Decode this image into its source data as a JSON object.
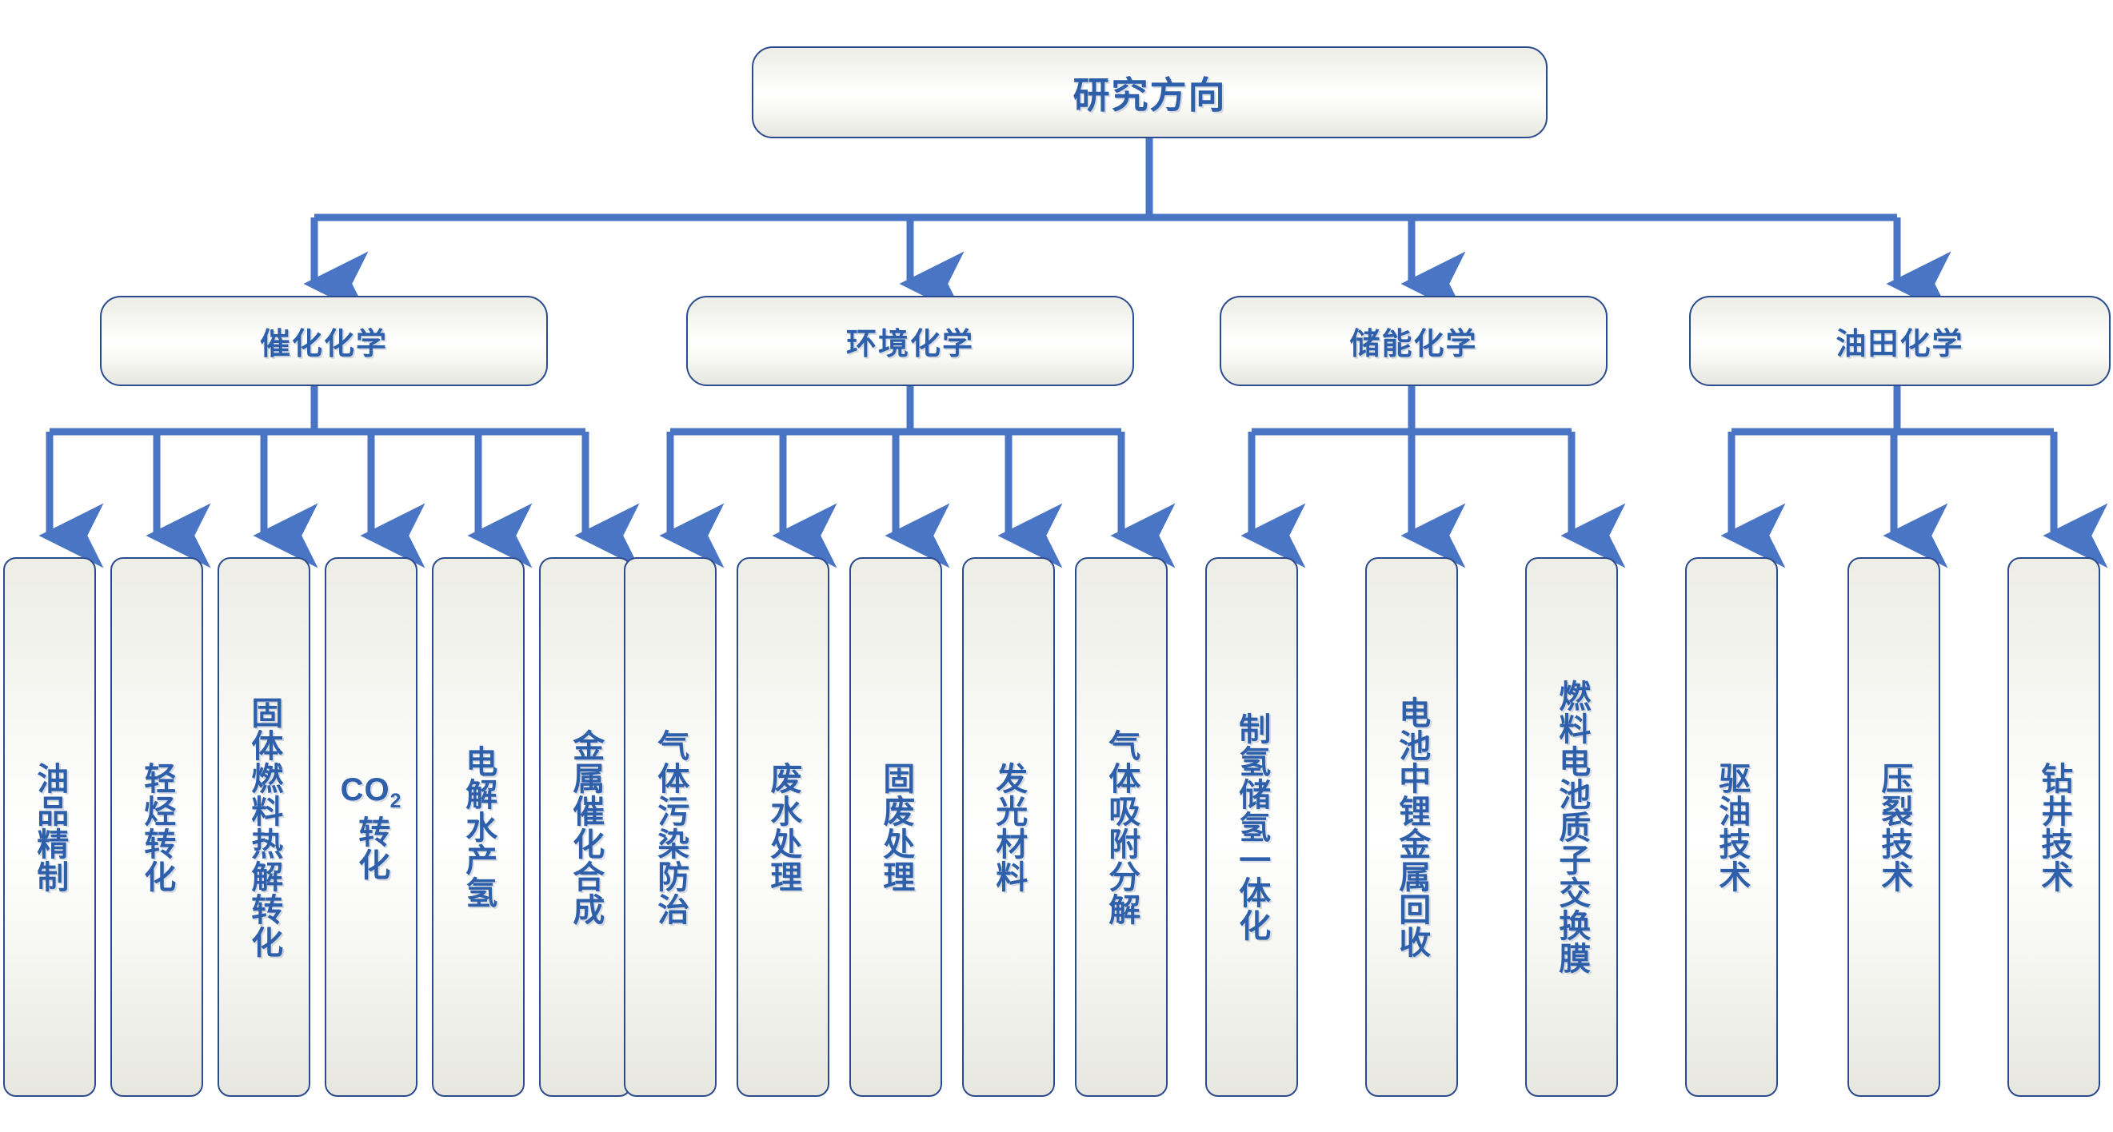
{
  "diagram": {
    "title": "研究方向",
    "type": "organization-tree",
    "colors": {
      "node_border": "#2a4b8d",
      "node_text": "#2e5faa",
      "connector": "#4a74c4",
      "node_fill_top": "#eeeee7",
      "node_fill_mid": "#ffffff",
      "node_fill_bottom": "#e7e7e0",
      "background": "#ffffff"
    },
    "root": {
      "label": "研究方向"
    },
    "branches": [
      {
        "label": "催化化学",
        "children": [
          {
            "label": "油品精制",
            "kind": "text"
          },
          {
            "label": "轻烃转化",
            "kind": "text"
          },
          {
            "label": "固体燃料热解转化",
            "kind": "text"
          },
          {
            "label": "CO2 转化",
            "kind": "formula",
            "formula_base": "CO",
            "formula_sub": "2",
            "formula_tail": "转化"
          },
          {
            "label": "电解水产氢",
            "kind": "text"
          },
          {
            "label": "金属催化合成",
            "kind": "text"
          }
        ]
      },
      {
        "label": "环境化学",
        "children": [
          {
            "label": "气体污染防治",
            "kind": "text"
          },
          {
            "label": "废水处理",
            "kind": "text"
          },
          {
            "label": "固废处理",
            "kind": "text"
          },
          {
            "label": "发光材料",
            "kind": "text"
          },
          {
            "label": "气体吸附分解",
            "kind": "text"
          }
        ]
      },
      {
        "label": "储能化学",
        "children": [
          {
            "label": "制氢储氢一体化",
            "kind": "text"
          },
          {
            "label": "电池中锂金属回收",
            "kind": "text"
          },
          {
            "label": "燃料电池质子交换膜",
            "kind": "text"
          }
        ]
      },
      {
        "label": "油田化学",
        "children": [
          {
            "label": "驱油技术",
            "kind": "text"
          },
          {
            "label": "压裂技术",
            "kind": "text"
          },
          {
            "label": "钻井技术",
            "kind": "text"
          }
        ]
      }
    ]
  }
}
